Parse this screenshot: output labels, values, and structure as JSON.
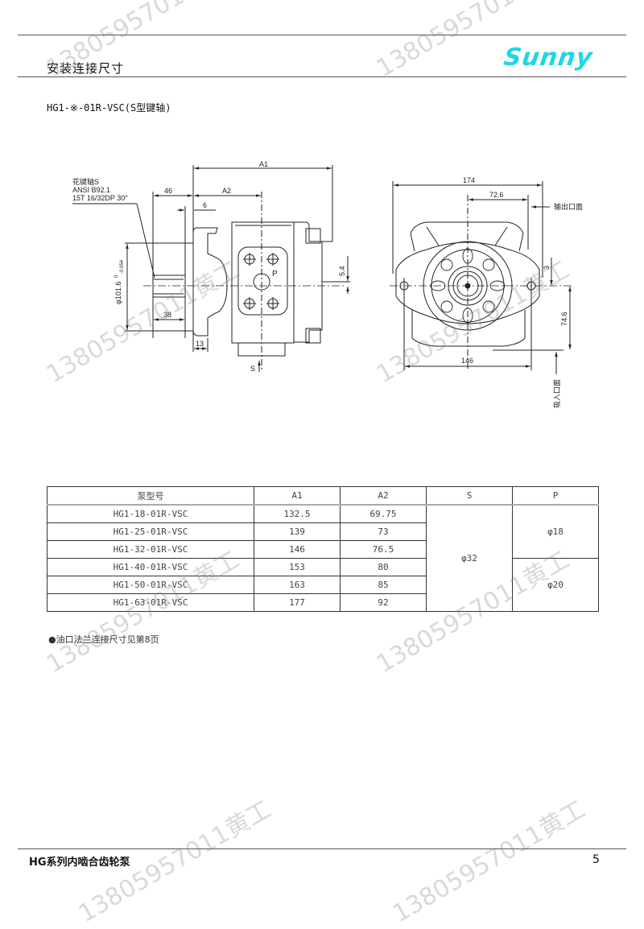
{
  "header": {
    "section_title": "安装连接尺寸",
    "logo": "Sunny",
    "logo_color": "#1fd6e6"
  },
  "subtitle": "HG1-※-01R-VSC(S型键轴)",
  "drawing": {
    "side_view": {
      "spline_label_line1": "花键轴S",
      "spline_label_line2": "ANSI B92.1",
      "spline_label_line3": "15T 16/32DP 30°",
      "dim_A1": "A1",
      "dim_A2": "A2",
      "dim_46": "46",
      "dim_6": "6",
      "dim_dia": "φ101.6",
      "dim_dia_tol_upper": "0",
      "dim_dia_tol_lower": "-0.054",
      "dim_38": "38",
      "dim_13": "13",
      "dim_5_4": "5.4",
      "port_P": "P",
      "port_S": "S"
    },
    "front_view": {
      "dim_174": "174",
      "dim_72_6": "72.6",
      "outlet_label": "输出口面",
      "dim_small": "3",
      "dim_74_6": "74.6",
      "dim_146": "146",
      "inlet_label": "吸入口面"
    }
  },
  "table": {
    "headers": [
      "泵型号",
      "A1",
      "A2",
      "S",
      "P"
    ],
    "rows": [
      {
        "model": "HG1-18-01R-VSC",
        "a1": "132.5",
        "a2": "69.75"
      },
      {
        "model": "HG1-25-01R-VSC",
        "a1": "139",
        "a2": "73"
      },
      {
        "model": "HG1-32-01R-VSC",
        "a1": "146",
        "a2": "76.5"
      },
      {
        "model": "HG1-40-01R-VSC",
        "a1": "153",
        "a2": "80"
      },
      {
        "model": "HG1-50-01R-VSC",
        "a1": "163",
        "a2": "85"
      },
      {
        "model": "HG1-63-01R-VSC",
        "a1": "177",
        "a2": "92"
      }
    ],
    "s_value": "φ32",
    "p_values": [
      "φ18",
      "φ20"
    ]
  },
  "note": "●油口法兰连接尺寸见第8页",
  "footer": {
    "series_title": "HG系列内啮合齿轮泵",
    "page_number": "5"
  },
  "watermark": "13805957011黄工"
}
